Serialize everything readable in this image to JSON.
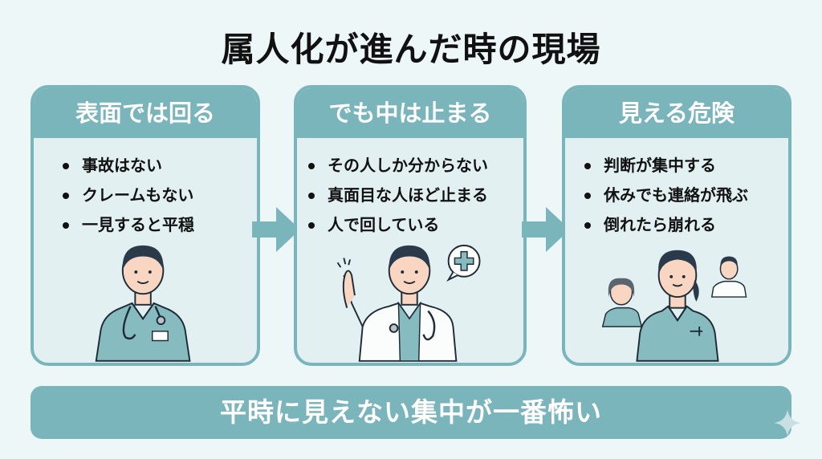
{
  "title": "属人化が進んだ時の現場",
  "colors": {
    "accent": "#7ab5bc",
    "card_bg": "#e2f0f2",
    "page_bg": "#eef7f8",
    "scrub": "#86bcbf",
    "skin": "#f9d6c2",
    "hair": "#2b3a4a"
  },
  "cards": [
    {
      "heading": "表面では回る",
      "items": [
        "事故はない",
        "クレームもない",
        "一見すると平穏"
      ],
      "illustration": "nurse-with-stethoscope"
    },
    {
      "heading": "でも中は止まる",
      "items": [
        "その人しか分からない",
        "真面目な人ほど止まる",
        "人で回している"
      ],
      "illustration": "doctor-pointing-with-medical-cross-bubble"
    },
    {
      "heading": "見える危険",
      "items": [
        "判断が集中する",
        "休みでも連絡が飛ぶ",
        "倒れたら崩れる"
      ],
      "illustration": "female-nurse-with-colleagues"
    }
  ],
  "arrows": [
    "arrow-right-icon",
    "arrow-right-icon"
  ],
  "footer": "平時に見えない集中が一番怖い"
}
